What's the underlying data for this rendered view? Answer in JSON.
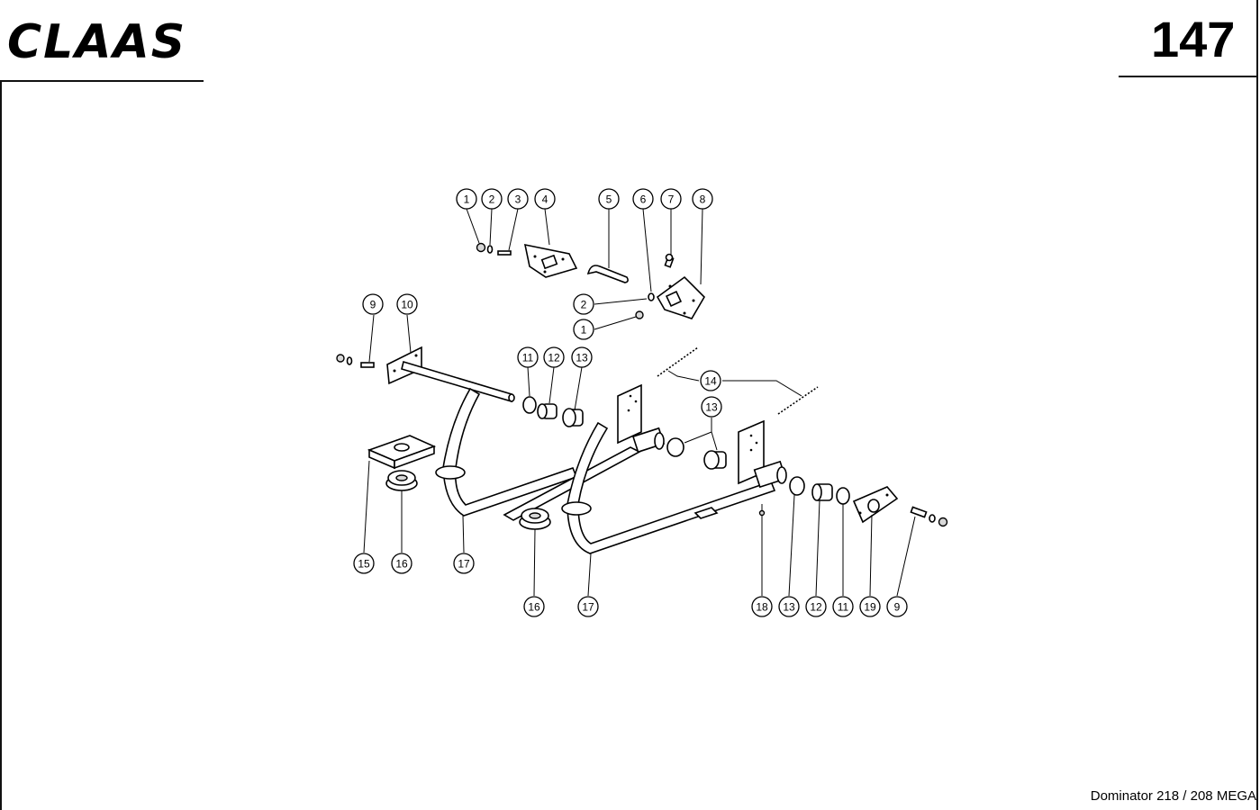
{
  "brand": "CLAAS",
  "page_number": "147",
  "footer": "Dominator 218 / 208 MEGA",
  "callouts": [
    "1",
    "2",
    "3",
    "4",
    "5",
    "6",
    "7",
    "8",
    "2",
    "1",
    "9",
    "10",
    "11",
    "12",
    "13",
    "14",
    "13",
    "15",
    "16",
    "17",
    "16",
    "17",
    "18",
    "13",
    "12",
    "11",
    "19",
    "9"
  ]
}
